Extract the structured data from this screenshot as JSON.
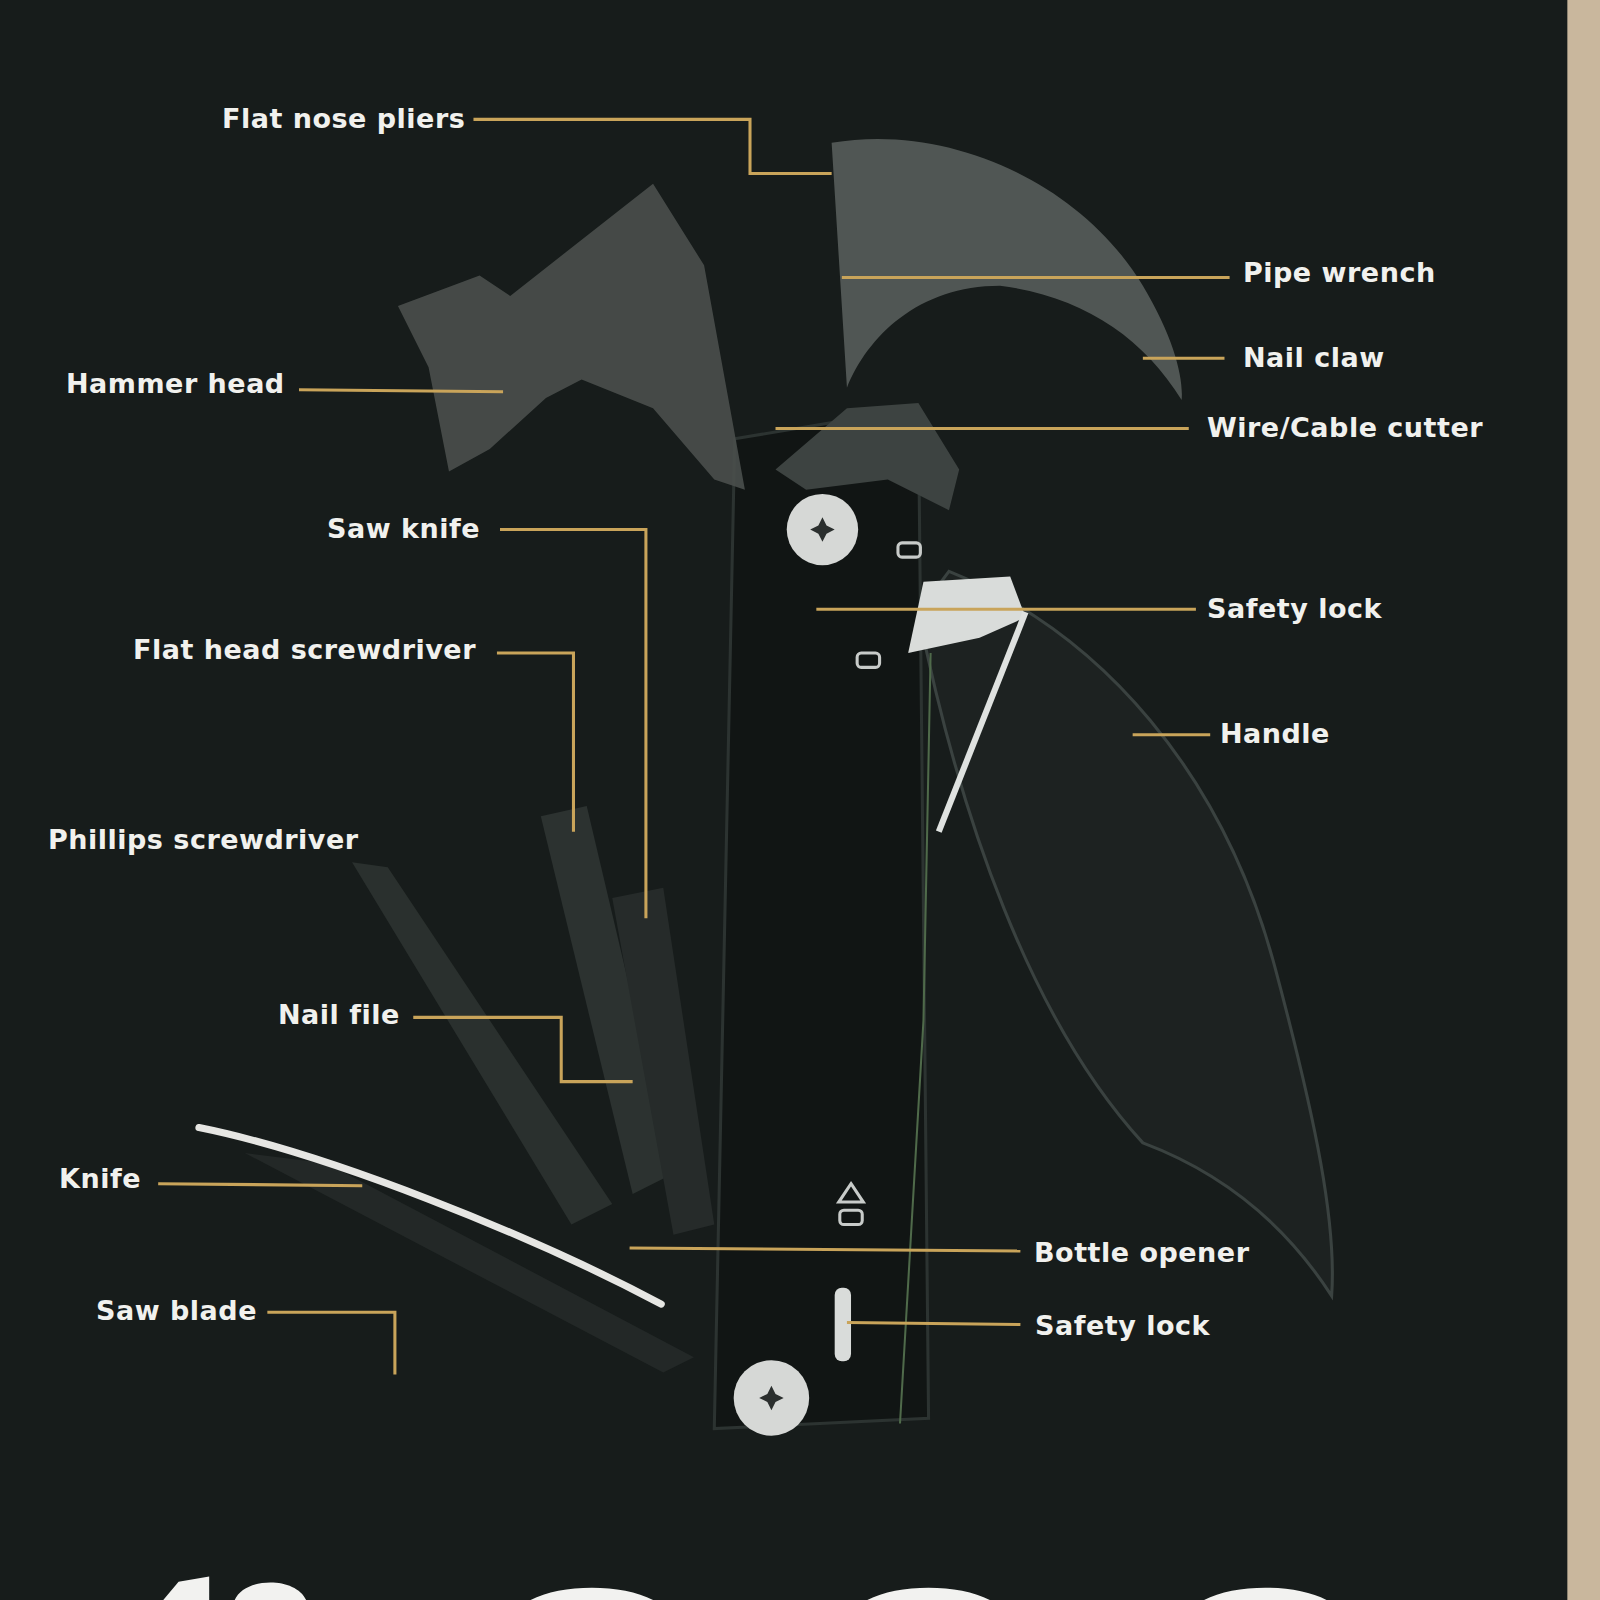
{
  "diagram": {
    "labels": [
      "Flat nose pliers",
      "Pipe wrench",
      "Nail claw",
      "Hammer head",
      "Wire/Cable cutter",
      "Saw knife",
      "Safety lock",
      "Flat head screwdriver",
      "Handle",
      "Phillips screwdriver",
      "Nail file",
      "Knife",
      "Bottle opener",
      "Saw blade",
      "Safety lock"
    ]
  }
}
